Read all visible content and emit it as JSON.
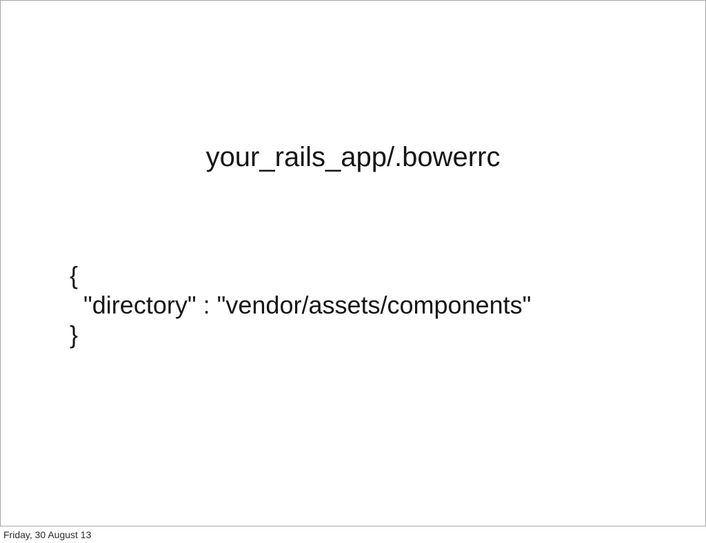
{
  "slide": {
    "title": "your_rails_app/.bowerrc",
    "code": {
      "lines": [
        "{",
        "  \"directory\" : \"vendor/assets/components\"",
        "}"
      ]
    }
  },
  "footer": {
    "date": "Friday, 30 August 13"
  },
  "colors": {
    "text": "#161616",
    "slide_border": "#a6a6a6",
    "background": "#ffffff"
  }
}
